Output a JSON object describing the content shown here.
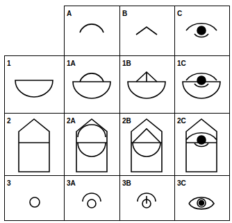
{
  "diagram": {
    "nodes": [
      {
        "text": [
          "A"
        ]
      },
      {
        "text": [
          "B"
        ]
      },
      {
        "text": [
          "C"
        ]
      },
      {
        "text": [
          "1"
        ]
      },
      {
        "text": [
          "1A"
        ]
      },
      {
        "text": [
          "1B"
        ]
      },
      {
        "text": [
          "1C"
        ]
      },
      {
        "text": [
          "2"
        ]
      },
      {
        "text": [
          "2A"
        ]
      },
      {
        "text": [
          "2B"
        ]
      },
      {
        "text": [
          "2C"
        ]
      },
      {
        "text": [
          "3"
        ]
      },
      {
        "text": [
          "3A"
        ]
      },
      {
        "text": [
          "3B"
        ]
      },
      {
        "text": [
          "3C"
        ]
      }
    ]
  }
}
